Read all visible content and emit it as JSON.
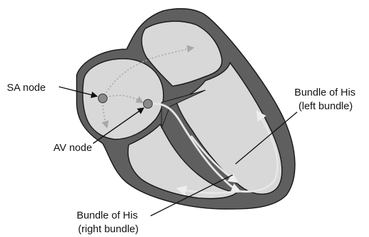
{
  "diagram": {
    "labels": {
      "sa_node": "SA node",
      "av_node": "AV node",
      "bundle_left_line1": "Bundle of His",
      "bundle_left_line2": "(left bundle)",
      "bundle_right_line1": "Bundle of His",
      "bundle_right_line2": "(right bundle)"
    },
    "colors": {
      "outer_wall": "#5f5f5f",
      "chamber_fill": "#d8d8d8",
      "outline": "#1a1a1a",
      "node_fill": "#8a8a8a",
      "conduction_path": "#e6e6e6",
      "impulse_arrow": "#a8a8a8",
      "leader_line": "#111111"
    }
  }
}
